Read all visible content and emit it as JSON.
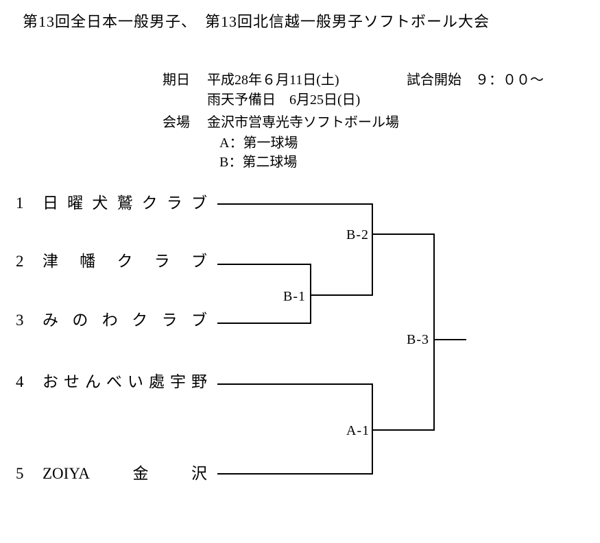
{
  "title": "第13回全日本一般男子、　第13回北信越一般男子ソフトボール大会",
  "info": {
    "date_label": "期日",
    "date_value": "平成28年６月11日(土)",
    "start_time": "試合開始　９：００～",
    "rain_date": "雨天予備日　6月25日(日)",
    "venue_label": "会場",
    "venue_name": "金沢市営専光寺ソフトボール場",
    "field_a": "A：第一球場",
    "field_b": "B：第二球場"
  },
  "bracket": {
    "teams": [
      {
        "seed": "1",
        "name": "日曜犬鷲クラブ",
        "segments": [
          "日",
          "曜",
          "犬",
          "鷲",
          "ク",
          "ラ",
          "ブ"
        ]
      },
      {
        "seed": "2",
        "name": "津幡クラブ",
        "segments": [
          "津",
          "幡",
          "ク",
          "ラ",
          "ブ"
        ]
      },
      {
        "seed": "3",
        "name": "みのわクラブ",
        "segments": [
          "み",
          "の",
          "わ",
          "ク",
          "ラ",
          "ブ"
        ]
      },
      {
        "seed": "4",
        "name": "おせんべい處宇野",
        "segments": [
          "お",
          "せ",
          "ん",
          "べ",
          "い",
          "處",
          "宇",
          "野"
        ]
      },
      {
        "seed": "5",
        "name": "ZOIYA金沢",
        "segments": [
          "ZOIYA",
          "金",
          "沢"
        ]
      }
    ],
    "matches": [
      {
        "id": "B-1"
      },
      {
        "id": "B-2"
      },
      {
        "id": "B-3"
      },
      {
        "id": "A-1"
      }
    ]
  },
  "colors": {
    "background": "#ffffff",
    "text": "#000000",
    "line": "#000000"
  }
}
